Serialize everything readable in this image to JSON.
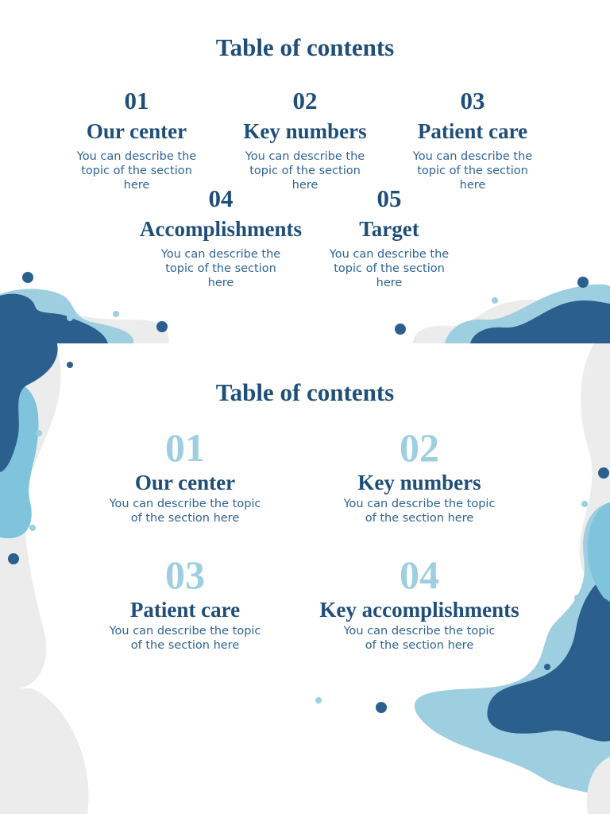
{
  "slide1": {
    "title": "Table of contents",
    "items": [
      {
        "number": "01",
        "heading": "Our center",
        "description": "You can describe the topic of the section here"
      },
      {
        "number": "02",
        "heading": "Key numbers",
        "description": "You can describe the topic of the section here"
      },
      {
        "number": "03",
        "heading": "Patient care",
        "description": "You can describe the topic of the section here"
      },
      {
        "number": "04",
        "heading": "Accomplishments",
        "description": "You can describe the topic of the section here"
      },
      {
        "number": "05",
        "heading": "Target",
        "description": "You can describe the topic of the section here"
      }
    ]
  },
  "slide2": {
    "title": "Table of contents",
    "items": [
      {
        "number": "01",
        "heading": "Our center",
        "description": "You can describe the topic of the section here"
      },
      {
        "number": "02",
        "heading": "Key numbers",
        "description": "You can describe the topic of the section here"
      },
      {
        "number": "03",
        "heading": "Patient care",
        "description": "You can describe the topic of the section here"
      },
      {
        "number": "04",
        "heading": "Key accomplishments",
        "description": "You can describe the topic of the section here"
      }
    ]
  },
  "colors": {
    "dark_blue": "#2b5f8e",
    "light_blue": "#9ecfe1",
    "mid_blue": "#7fc3dc",
    "grey": "#ececec",
    "text": "#1f4e79"
  }
}
